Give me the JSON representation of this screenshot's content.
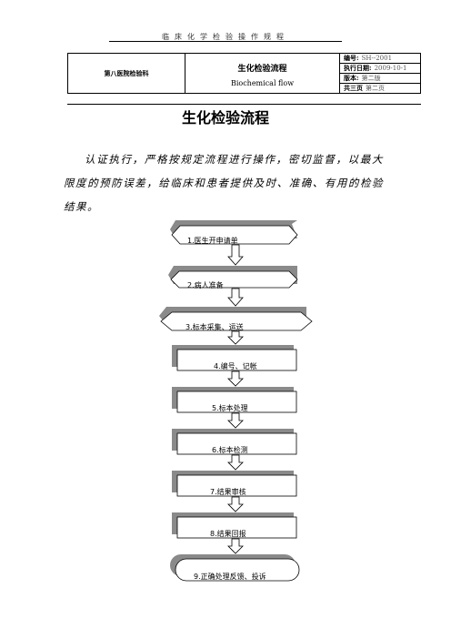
{
  "running_head": "临床化学检验操作规程",
  "header": {
    "department": "第八医院检验科",
    "title_zh": "生化检验流程",
    "title_en": "Biochemical flow",
    "meta": [
      {
        "label": "编号:",
        "value": "SH--2001"
      },
      {
        "label": "执行日期:",
        "value": "2009-10-1"
      },
      {
        "label": "版本:",
        "value": "第二版"
      },
      {
        "label": "共三页",
        "value": "第二页"
      }
    ]
  },
  "title": "生化检验流程",
  "intro": {
    "lines": [
      "认证执行，严格按规定流程进行操作，密切监督，以最",
      "大限度的预防误差，给临床和患者提供及时、准确、有用的",
      "检验结果。"
    ]
  },
  "flow": {
    "steps": [
      {
        "shape": "hexagon",
        "label": "1.医生开申请单"
      },
      {
        "shape": "hexagon",
        "label": "2.病人准备"
      },
      {
        "shape": "hexagon",
        "label": "3.标本采集、运送"
      },
      {
        "shape": "rect",
        "label": "4.编号、记帐"
      },
      {
        "shape": "rect",
        "label": "5.标本处理"
      },
      {
        "shape": "rect",
        "label": "6.标本检测"
      },
      {
        "shape": "rect",
        "label": "7.结果审核"
      },
      {
        "shape": "rect",
        "label": "8.结果回报"
      },
      {
        "shape": "rounded",
        "label": "9.正确处理反馈、投诉"
      }
    ]
  }
}
